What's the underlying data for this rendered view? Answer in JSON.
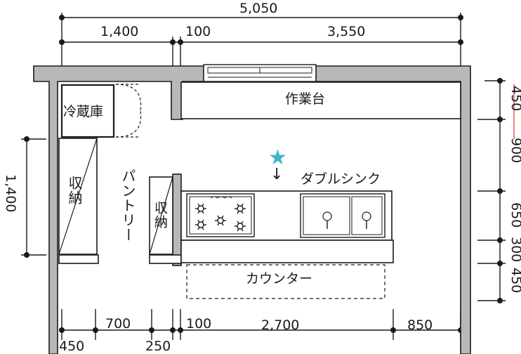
{
  "dimensions": {
    "top_overall": "5,050",
    "top_left": "1,400",
    "top_mid": "100",
    "top_right": "3,550",
    "left_side": "1,400",
    "right_1": "450",
    "right_2": "900",
    "right_3": "650",
    "right_4": "300",
    "right_5": "450",
    "bottom_1": "700",
    "bottom_2": "100",
    "bottom_3": "2,700",
    "bottom_4": "850",
    "bottom_5": "450",
    "bottom_6": "250"
  },
  "rooms": {
    "fridge": "冷蔵庫",
    "worktop": "作業台",
    "storage_left": "収納",
    "pantry": "パントリー",
    "storage_mid": "収納",
    "sink": "ダブルシンク",
    "counter": "カウンター"
  },
  "markers": {
    "star": "★",
    "arrow": "↓",
    "star_color": "#3fb4cc",
    "red_line_color": "#e8606a"
  }
}
